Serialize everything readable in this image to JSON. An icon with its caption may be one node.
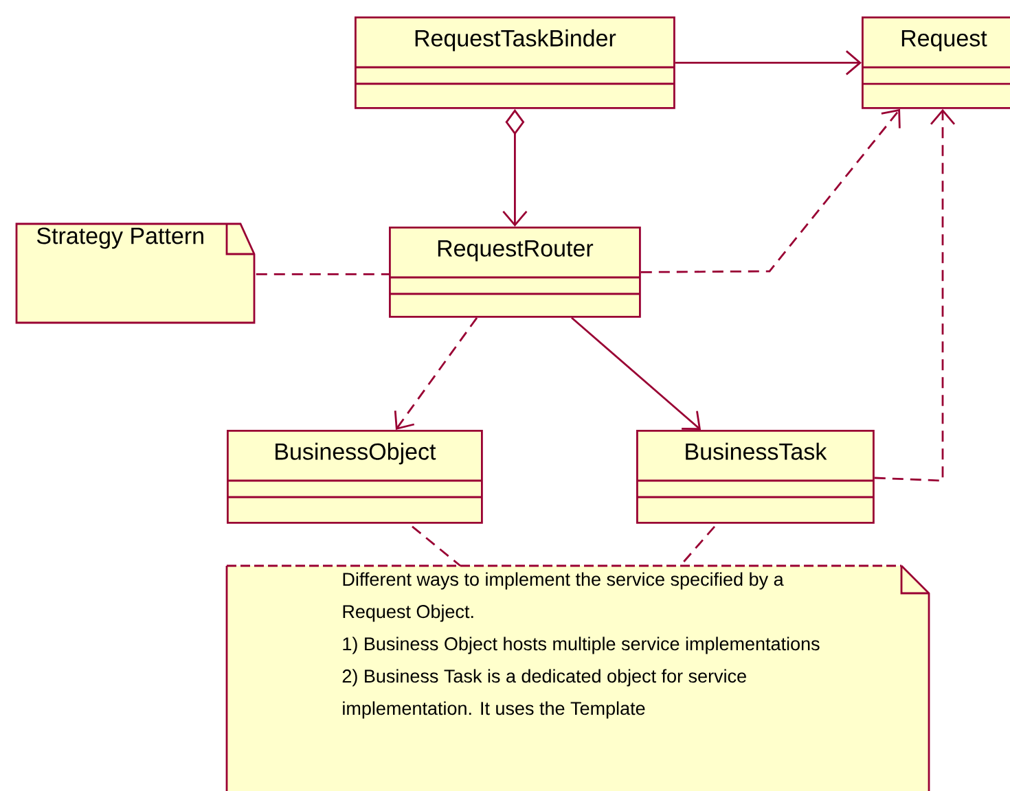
{
  "diagram": {
    "nodes": [
      {
        "text": [
          "RequestTaskBinder"
        ]
      },
      {
        "text": [
          "Request"
        ]
      },
      {
        "text": [
          "Strategy Pattern"
        ]
      },
      {
        "text": [
          "RequestRouter"
        ]
      },
      {
        "text": [
          "BusinessObject"
        ]
      },
      {
        "text": [
          "BusinessTask"
        ]
      },
      {
        "text": [
          "Different ways to implement the service specified by a Request Object.",
          "1) Business Object hosts multiple service implementations",
          "2) Business Task is a dedicated object for service implementation. It uses the Template"
        ]
      }
    ],
    "edges": [
      {
        "from": 0,
        "to": 1,
        "arrow": "to"
      },
      {
        "from": 0,
        "to": 3,
        "arrow": "to"
      },
      {
        "from": 2,
        "to": 3,
        "arrow": "none",
        "style": "dashed"
      },
      {
        "from": 3,
        "to": 1,
        "arrow": "to",
        "style": "dashed"
      },
      {
        "from": 3,
        "to": 4,
        "arrow": "to",
        "style": "dashed"
      },
      {
        "from": 3,
        "to": 5,
        "arrow": "to"
      },
      {
        "from": 5,
        "to": 1,
        "arrow": "to",
        "style": "dashed"
      },
      {
        "from": 4,
        "to": 6,
        "arrow": "none",
        "style": "dashed"
      },
      {
        "from": 5,
        "to": 6,
        "arrow": "none",
        "style": "dashed"
      }
    ]
  }
}
